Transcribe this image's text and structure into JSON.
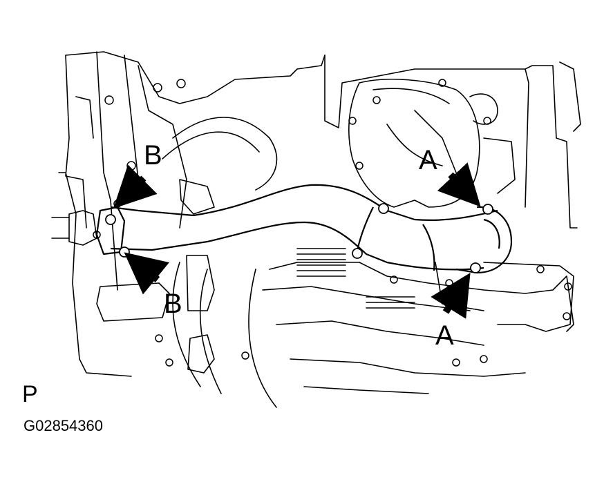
{
  "callouts": {
    "label_a": "A",
    "label_b": "B"
  },
  "view_label": "P",
  "figure_code": "G02854360",
  "colors": {
    "line": "#000000",
    "background": "#ffffff"
  }
}
